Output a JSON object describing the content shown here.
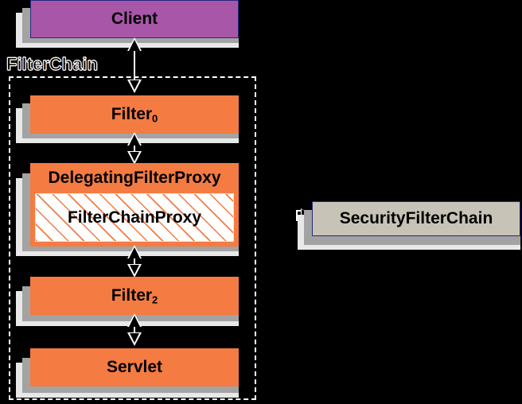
{
  "diagram": {
    "title": "Spring Security FilterChain / DelegatingFilterProxy diagram",
    "colors": {
      "background": "#000000",
      "client_fill": "#A857A8",
      "client_border": "#27277F",
      "filter_fill": "#F47B42",
      "security_chain_fill": "#C7C3B6",
      "security_chain_border": "#27277F",
      "shadow_mid": "#A3A3A3",
      "shadow_far": "#E8E8E8",
      "hatch_line": "#F47B42",
      "hatch_bg": "#FFFFFF",
      "dashed_border": "#FFFFFF",
      "text": "#000000"
    },
    "container": {
      "label": "FilterChain"
    },
    "nodes": {
      "client": {
        "label": "Client"
      },
      "filter0": {
        "label": "Filter",
        "subscript": "0"
      },
      "delegating_filter_proxy": {
        "label": "DelegatingFilterProxy"
      },
      "filter_chain_proxy": {
        "label": "FilterChainProxy"
      },
      "filter2": {
        "label": "Filter",
        "subscript": "2"
      },
      "servlet": {
        "label": "Servlet"
      },
      "security_filter_chain": {
        "label": "SecurityFilterChain"
      }
    },
    "edges": [
      {
        "name": "client-to-filter0",
        "from": "Client",
        "to": "Filter0",
        "style": "bidirectional"
      },
      {
        "name": "filter0-to-delegatingfilterproxy",
        "from": "Filter0",
        "to": "DelegatingFilterProxy",
        "style": "bidirectional"
      },
      {
        "name": "delegatingfilterproxy-to-filter2",
        "from": "DelegatingFilterProxy",
        "to": "Filter2",
        "style": "bidirectional"
      },
      {
        "name": "filter2-to-servlet",
        "from": "Filter2",
        "to": "Servlet",
        "style": "bidirectional"
      },
      {
        "name": "filterchainproxy-to-securityfilterchain",
        "from": "FilterChainProxy",
        "to": "SecurityFilterChain",
        "style": "dashed-arrow"
      }
    ]
  }
}
